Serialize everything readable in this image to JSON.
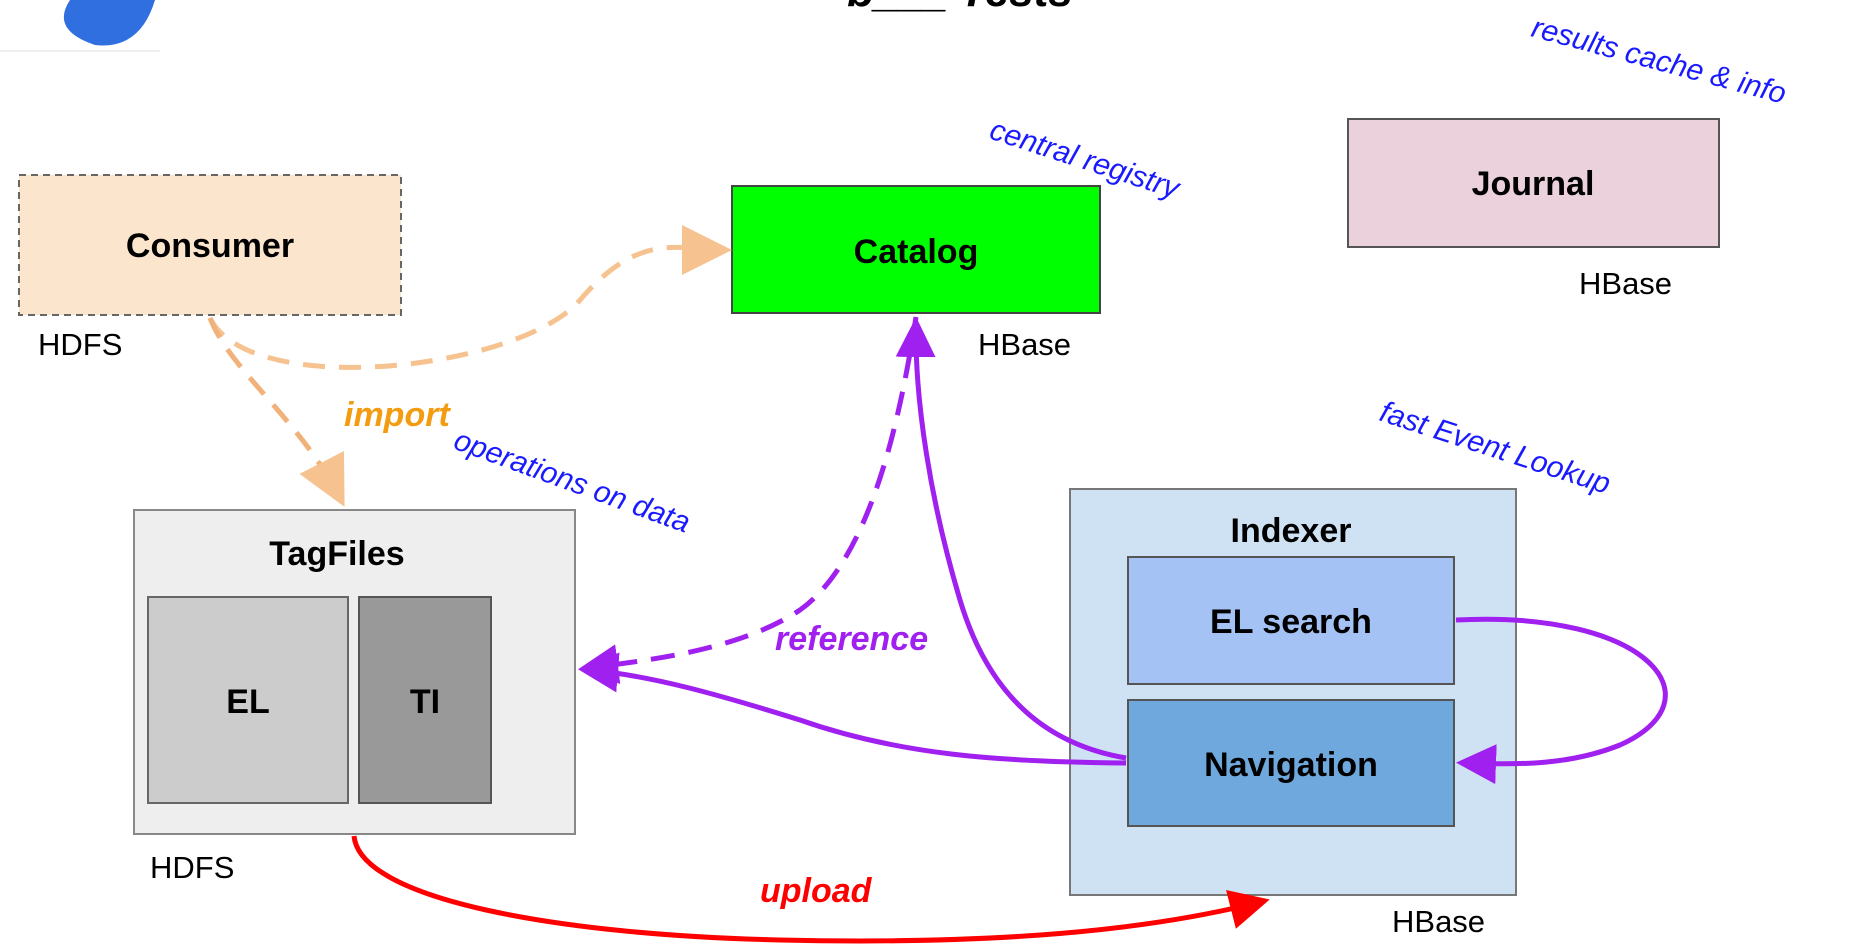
{
  "title_partial": "b___ Tests",
  "colors": {
    "consumer_fill": "#fce5cd",
    "catalog_fill": "#00ff00",
    "journal_fill": "#ead1dc",
    "tagfiles_fill": "#eeeeee",
    "el_fill": "#cccccc",
    "ti_fill": "#999999",
    "indexer_fill": "#cfe2f3",
    "el_search_fill": "#a4c2f4",
    "navigation_fill": "#6fa8dc",
    "import_arrow": "#f6c28f",
    "import_label": "#f39c12",
    "reference_arrow": "#a020f0",
    "upload_arrow": "#ff0000",
    "note_text": "#1a1aff",
    "logo": "#2f6fe0"
  },
  "nodes": {
    "consumer": "Consumer",
    "catalog": "Catalog",
    "journal": "Journal",
    "tagfiles": "TagFiles",
    "el": "EL",
    "ti": "TI",
    "indexer": "Indexer",
    "el_search": "EL search",
    "navigation": "Navigation"
  },
  "storage": {
    "consumer": "HDFS",
    "catalog": "HBase",
    "journal": "HBase",
    "tagfiles": "HDFS",
    "indexer": "HBase"
  },
  "notes": {
    "results_cache": "results cache & info",
    "central_registry": "central registry",
    "operations_on_data": "operations on data",
    "fast_event_lookup": "fast Event Lookup"
  },
  "flows": {
    "import": "import",
    "reference": "reference",
    "upload": "upload"
  }
}
